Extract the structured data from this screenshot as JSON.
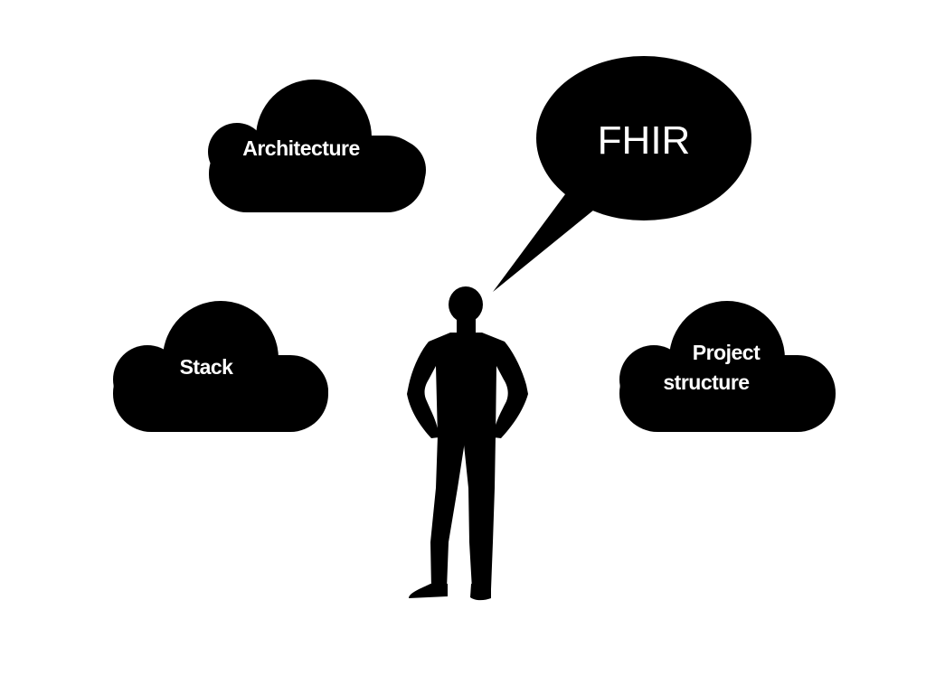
{
  "diagram": {
    "background_color": "#ffffff",
    "shape_color": "#000000",
    "text_color": "#ffffff",
    "speech_bubble": {
      "label": "FHIR"
    },
    "clouds": [
      {
        "id": "architecture",
        "lines": [
          "Architecture"
        ]
      },
      {
        "id": "stack",
        "lines": [
          "Stack"
        ]
      },
      {
        "id": "project-structure",
        "lines": [
          "Project",
          "structure"
        ]
      }
    ],
    "figure": {
      "icon": "person-silhouette-icon"
    }
  }
}
